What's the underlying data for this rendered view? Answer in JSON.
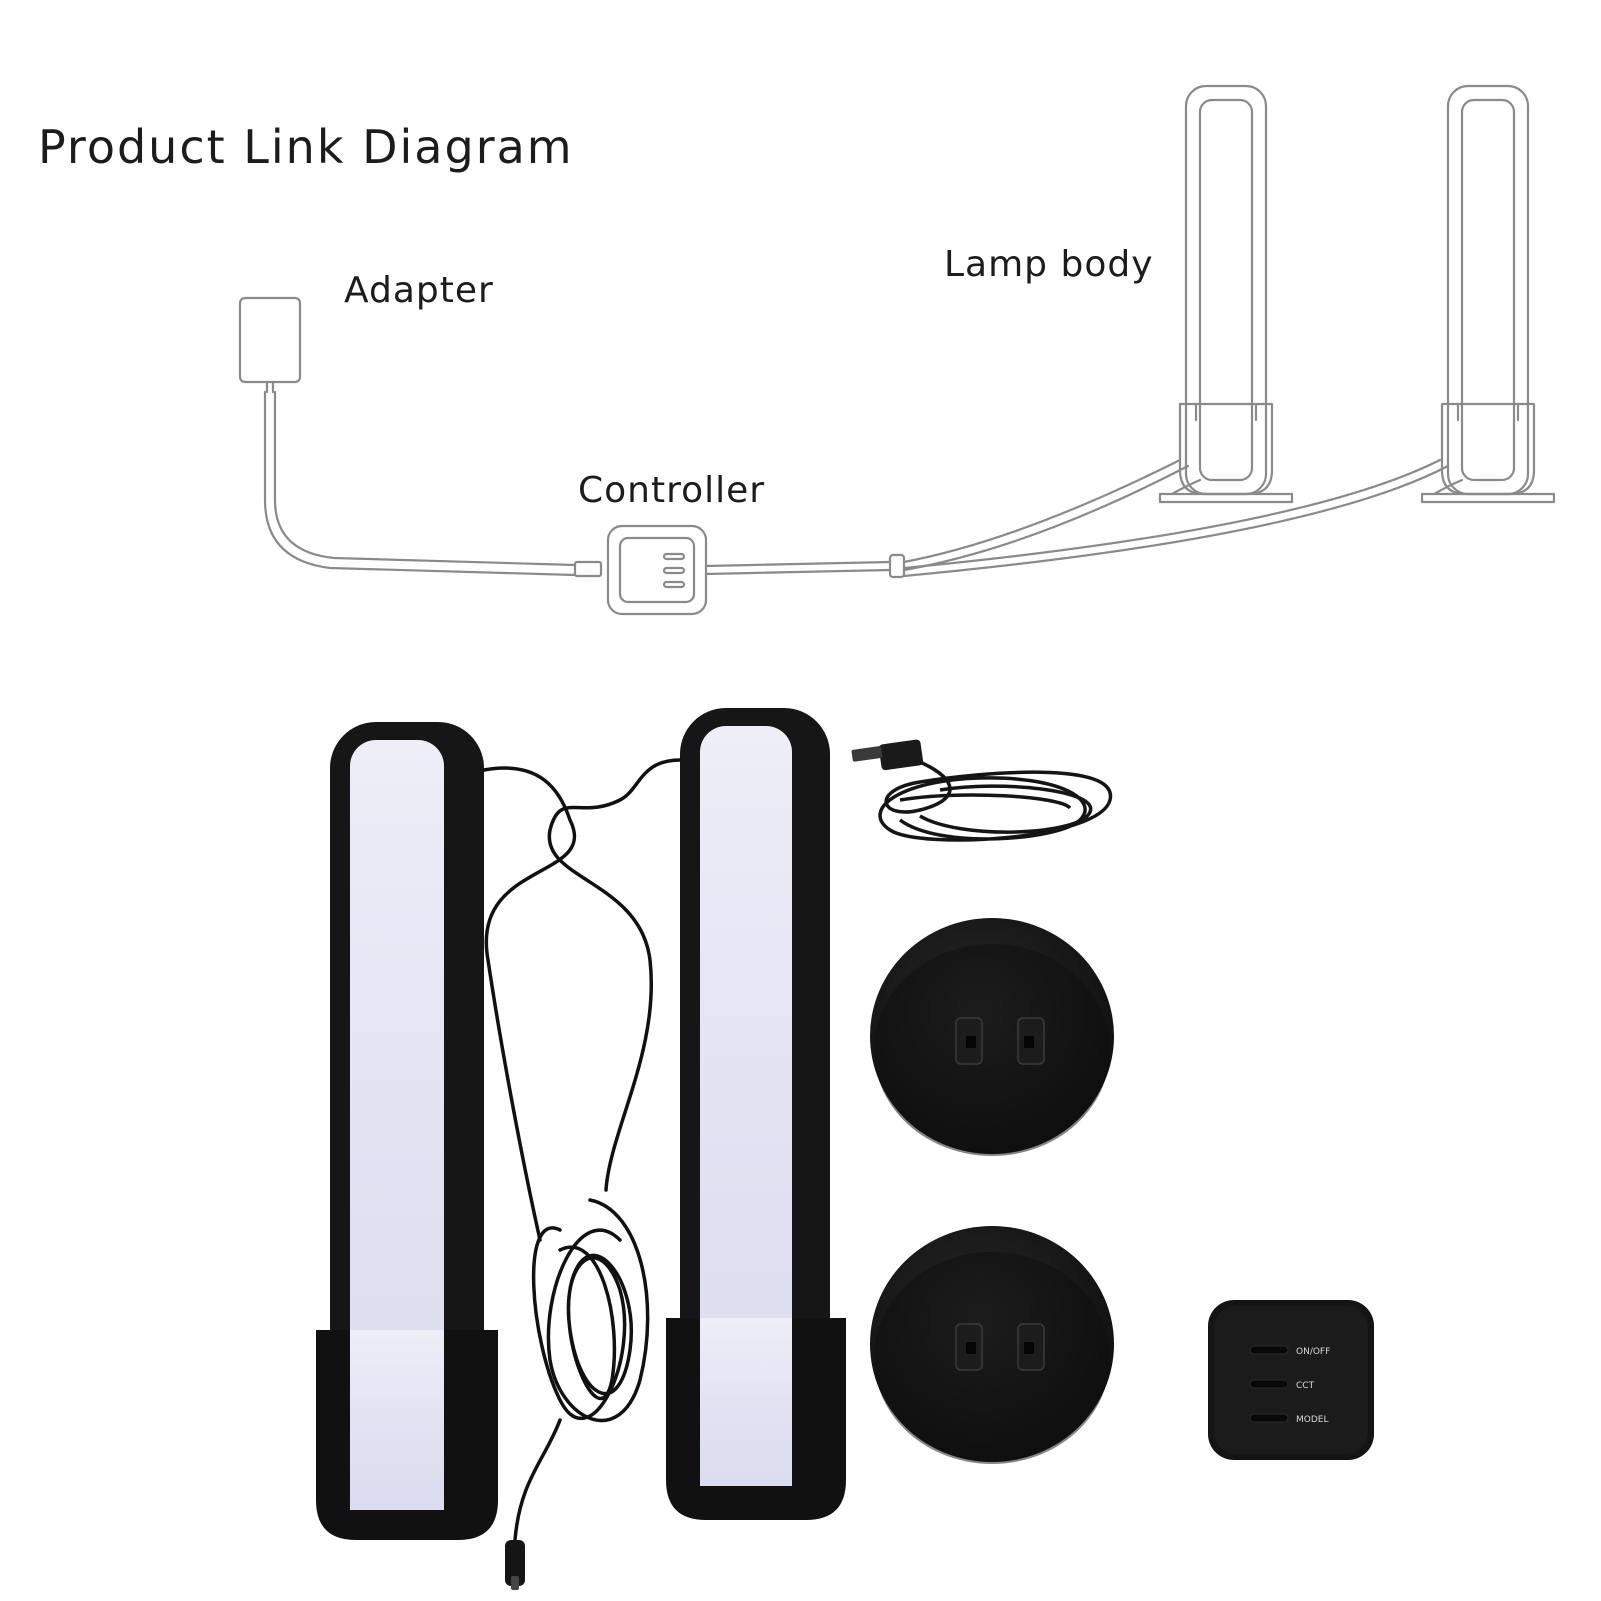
{
  "diagram": {
    "title": "Product Link Diagram",
    "labels": {
      "adapter": "Adapter",
      "lamp_body": "Lamp body",
      "controller": "Controller"
    }
  },
  "photo": {
    "controller_buttons": [
      "ON/OFF",
      "CCT",
      "MODEL"
    ]
  },
  "colors": {
    "line_art": "#8a8a8a",
    "product_black": "#141414",
    "light_panel": "#e4e4f2",
    "background": "#ffffff"
  }
}
